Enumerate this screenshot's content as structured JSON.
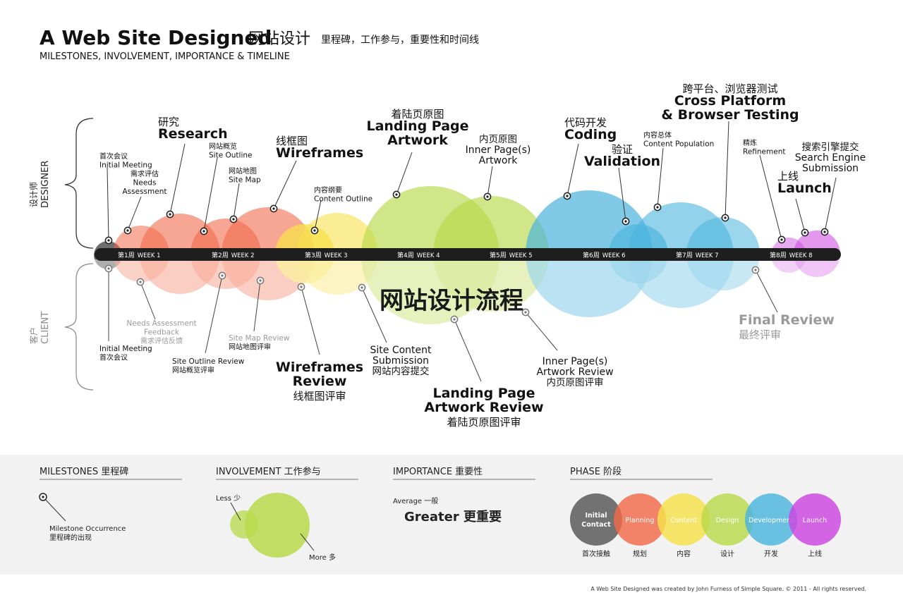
{
  "header": {
    "title_en": "A Web Site Designed",
    "title_zh": "网站设计",
    "subtitle_zh": "里程碑，工作参与，重要性和时间线",
    "subtitle_en": "MILESTONES, INVOLVEMENT, IMPORTANCE & TIMELINE"
  },
  "roles": {
    "designer_en": "DESIGNER",
    "designer_zh": "设计师",
    "client_en": "CLIENT",
    "client_zh": "客户"
  },
  "weeks": [
    {
      "zh": "第1周",
      "en": "WEEK 1"
    },
    {
      "zh": "第2周",
      "en": "WEEK 2"
    },
    {
      "zh": "第3周",
      "en": "WEEK 3"
    },
    {
      "zh": "第4周",
      "en": "WEEK 4"
    },
    {
      "zh": "第5周",
      "en": "WEEK 5"
    },
    {
      "zh": "第6周",
      "en": "WEEK 6"
    },
    {
      "zh": "第7周",
      "en": "WEEK 7"
    },
    {
      "zh": "第8周",
      "en": "WEEK 8"
    }
  ],
  "center_title": "网站设计流程",
  "designer_milestones": [
    {
      "id": "initial-meeting",
      "lines": [
        "首次会议",
        "Initial Meeting"
      ],
      "importance": "average"
    },
    {
      "id": "needs-assessment",
      "lines": [
        "需求评估",
        "Needs",
        "Assessment"
      ],
      "importance": "average"
    },
    {
      "id": "research",
      "lines": [
        "研究",
        "Research"
      ],
      "importance": "greater"
    },
    {
      "id": "site-outline",
      "lines": [
        "网站概览",
        "Site Outline"
      ],
      "importance": "average"
    },
    {
      "id": "site-map",
      "lines": [
        "网站地图",
        "Site Map"
      ],
      "importance": "average"
    },
    {
      "id": "wireframes",
      "lines": [
        "线框图",
        "Wireframes"
      ],
      "importance": "greater"
    },
    {
      "id": "content-outline",
      "lines": [
        "内容纲要",
        "Content Outline"
      ],
      "importance": "average"
    },
    {
      "id": "landing-page-artwork",
      "lines": [
        "着陆页原图",
        "Landing Page",
        "Artwork"
      ],
      "importance": "greater"
    },
    {
      "id": "inner-pages-artwork",
      "lines": [
        "内页原图",
        "Inner Page(s)",
        "Artwork"
      ],
      "importance": "average"
    },
    {
      "id": "coding",
      "lines": [
        "代码开发",
        "Coding"
      ],
      "importance": "greater"
    },
    {
      "id": "validation",
      "lines": [
        "验证",
        "Validation"
      ],
      "importance": "greater"
    },
    {
      "id": "content-population",
      "lines": [
        "内容总体",
        "Content Population"
      ],
      "importance": "average"
    },
    {
      "id": "cross-platform-testing",
      "lines": [
        "跨平台、浏览器测试",
        "Cross Platform",
        "& Browser Testing"
      ],
      "importance": "greater"
    },
    {
      "id": "refinement",
      "lines": [
        "精炼",
        "Refinement"
      ],
      "importance": "average"
    },
    {
      "id": "launch",
      "lines": [
        "上线",
        "Launch"
      ],
      "importance": "greater"
    },
    {
      "id": "search-engine-submission",
      "lines": [
        "搜索引擎提交",
        "Search Engine",
        "Submission"
      ],
      "importance": "average"
    }
  ],
  "client_milestones": [
    {
      "id": "client-initial-meeting",
      "lines": [
        "Initial Meeting",
        "首次会议"
      ],
      "importance": "average"
    },
    {
      "id": "needs-assessment-feedback",
      "lines": [
        "Needs Assessment",
        "Feedback",
        "需求评估反馈"
      ],
      "importance": "average"
    },
    {
      "id": "site-outline-review",
      "lines": [
        "Site Outline Review",
        "网站概览评审"
      ],
      "importance": "average"
    },
    {
      "id": "site-map-review",
      "lines": [
        "Site Map Review",
        "网站地图评审"
      ],
      "importance": "average"
    },
    {
      "id": "wireframes-review",
      "lines": [
        "Wireframes",
        "Review",
        "线框图评审"
      ],
      "importance": "greater"
    },
    {
      "id": "site-content-submission",
      "lines": [
        "Site Content",
        "Submission",
        "网站内容提交"
      ],
      "importance": "average"
    },
    {
      "id": "landing-page-artwork-review",
      "lines": [
        "Landing Page",
        "Artwork Review",
        "着陆页原图评审"
      ],
      "importance": "greater"
    },
    {
      "id": "inner-pages-artwork-review",
      "lines": [
        "Inner Page(s)",
        "Artwork Review",
        "内页原图评审"
      ],
      "importance": "average"
    },
    {
      "id": "final-review",
      "lines": [
        "Final Review",
        "最终评审"
      ],
      "importance": "greater"
    }
  ],
  "legend": {
    "milestones": {
      "title": "MILESTONES 里程碑",
      "label": [
        "Milestone Occurrence",
        "里程碑的出现"
      ]
    },
    "involvement": {
      "title": "INVOLVEMENT 工作参与",
      "less": "Less 少",
      "more": "More 多"
    },
    "importance": {
      "title": "IMPORTANCE 重要性",
      "average": "Average 一般",
      "greater": "Greater 更重要"
    },
    "phase": {
      "title": "PHASE 阶段",
      "items": [
        {
          "en": "Initial Contact",
          "zh": "首次接触",
          "color": "#555555"
        },
        {
          "en": "Planning",
          "zh": "规划",
          "color": "#f26a4b"
        },
        {
          "en": "Content",
          "zh": "内容",
          "color": "#f7e14b"
        },
        {
          "en": "Design",
          "zh": "设计",
          "color": "#b8d94a"
        },
        {
          "en": "Development",
          "zh": "开发",
          "color": "#4bb4dd"
        },
        {
          "en": "Launch",
          "zh": "上线",
          "color": "#cc44e0"
        }
      ]
    }
  },
  "credit": "A Web Site Designed was created by John Furness of Simple Square. © 2011 - All rights reserved."
}
